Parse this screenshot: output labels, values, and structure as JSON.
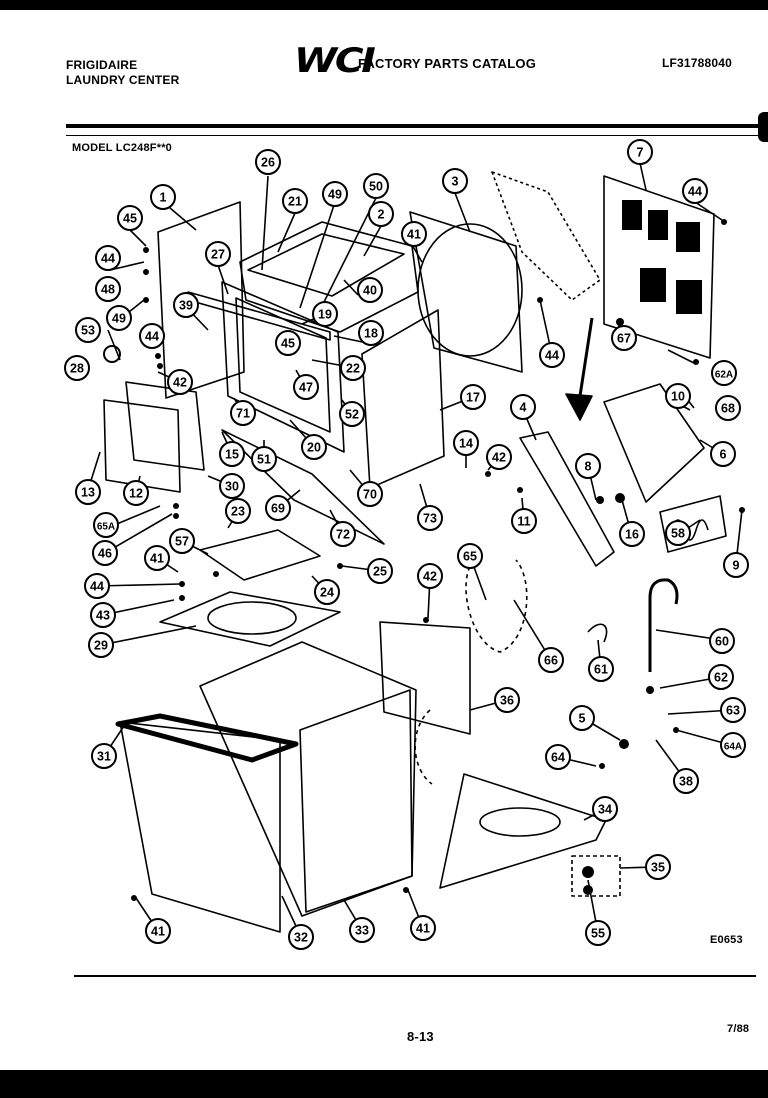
{
  "header": {
    "brand_line1": "FRIGIDAIRE",
    "brand_line2": "LAUNDRY CENTER",
    "logo": "WCI",
    "catalog_title": "FACTORY PARTS CATALOG",
    "catalog_number": "LF31788040"
  },
  "model_label": "MODEL LC248F**0",
  "diagram_code": "E0653",
  "page_number": "8-13",
  "date": "7/88",
  "callouts": [
    {
      "id": "c26",
      "label": "26"
    },
    {
      "id": "c49a",
      "label": "49"
    },
    {
      "id": "c50",
      "label": "50"
    },
    {
      "id": "c3",
      "label": "3"
    },
    {
      "id": "c7",
      "label": "7"
    },
    {
      "id": "c44a",
      "label": "44"
    },
    {
      "id": "c1",
      "label": "1"
    },
    {
      "id": "c21",
      "label": "21"
    },
    {
      "id": "c2",
      "label": "2"
    },
    {
      "id": "c41a",
      "label": "41"
    },
    {
      "id": "c45a",
      "label": "45"
    },
    {
      "id": "c27",
      "label": "27"
    },
    {
      "id": "c44b",
      "label": "44"
    },
    {
      "id": "c40",
      "label": "40"
    },
    {
      "id": "c48",
      "label": "48"
    },
    {
      "id": "c39",
      "label": "39"
    },
    {
      "id": "c19a",
      "label": "19"
    },
    {
      "id": "c49b",
      "label": "49"
    },
    {
      "id": "c18",
      "label": "18"
    },
    {
      "id": "c44c",
      "label": "44"
    },
    {
      "id": "c67",
      "label": "67"
    },
    {
      "id": "c53",
      "label": "53"
    },
    {
      "id": "c45b",
      "label": "45"
    },
    {
      "id": "c44d",
      "label": "44"
    },
    {
      "id": "c62a",
      "label": "62A"
    },
    {
      "id": "c28",
      "label": "28"
    },
    {
      "id": "c42a",
      "label": "42"
    },
    {
      "id": "c22",
      "label": "22"
    },
    {
      "id": "c47",
      "label": "47"
    },
    {
      "id": "c10",
      "label": "10"
    },
    {
      "id": "c71",
      "label": "71"
    },
    {
      "id": "c17",
      "label": "17"
    },
    {
      "id": "c68a",
      "label": "68"
    },
    {
      "id": "c4",
      "label": "4"
    },
    {
      "id": "c52",
      "label": "52"
    },
    {
      "id": "c20",
      "label": "20"
    },
    {
      "id": "c14",
      "label": "14"
    },
    {
      "id": "c42b",
      "label": "42"
    },
    {
      "id": "c6",
      "label": "6"
    },
    {
      "id": "c15",
      "label": "15"
    },
    {
      "id": "c51",
      "label": "51"
    },
    {
      "id": "c8",
      "label": "8"
    },
    {
      "id": "c70",
      "label": "70"
    },
    {
      "id": "c13",
      "label": "13"
    },
    {
      "id": "c12",
      "label": "12"
    },
    {
      "id": "c30",
      "label": "30"
    },
    {
      "id": "c73",
      "label": "73"
    },
    {
      "id": "c11",
      "label": "11"
    },
    {
      "id": "c69",
      "label": "69"
    },
    {
      "id": "c65a",
      "label": "65A"
    },
    {
      "id": "c16",
      "label": "16"
    },
    {
      "id": "c9",
      "label": "9"
    },
    {
      "id": "c23",
      "label": "23"
    },
    {
      "id": "c72",
      "label": "72"
    },
    {
      "id": "c46",
      "label": "46"
    },
    {
      "id": "c58",
      "label": "58"
    },
    {
      "id": "c57",
      "label": "57"
    },
    {
      "id": "c41b",
      "label": "41"
    },
    {
      "id": "c65",
      "label": "65"
    },
    {
      "id": "c25",
      "label": "25"
    },
    {
      "id": "c42c",
      "label": "42"
    },
    {
      "id": "c44e",
      "label": "44"
    },
    {
      "id": "c24",
      "label": "24"
    },
    {
      "id": "c43",
      "label": "43"
    },
    {
      "id": "c29",
      "label": "29"
    },
    {
      "id": "c60",
      "label": "60"
    },
    {
      "id": "c66",
      "label": "66"
    },
    {
      "id": "c61",
      "label": "61"
    },
    {
      "id": "c62",
      "label": "62"
    },
    {
      "id": "c36",
      "label": "36"
    },
    {
      "id": "c63",
      "label": "63"
    },
    {
      "id": "c31",
      "label": "31"
    },
    {
      "id": "c5",
      "label": "5"
    },
    {
      "id": "c64a",
      "label": "64A"
    },
    {
      "id": "c64",
      "label": "64"
    },
    {
      "id": "c38",
      "label": "38"
    },
    {
      "id": "c34",
      "label": "34"
    },
    {
      "id": "c35",
      "label": "35"
    },
    {
      "id": "c41c",
      "label": "41"
    },
    {
      "id": "c32",
      "label": "32"
    },
    {
      "id": "c33",
      "label": "33"
    },
    {
      "id": "c41d",
      "label": "41"
    },
    {
      "id": "c55",
      "label": "55"
    }
  ]
}
